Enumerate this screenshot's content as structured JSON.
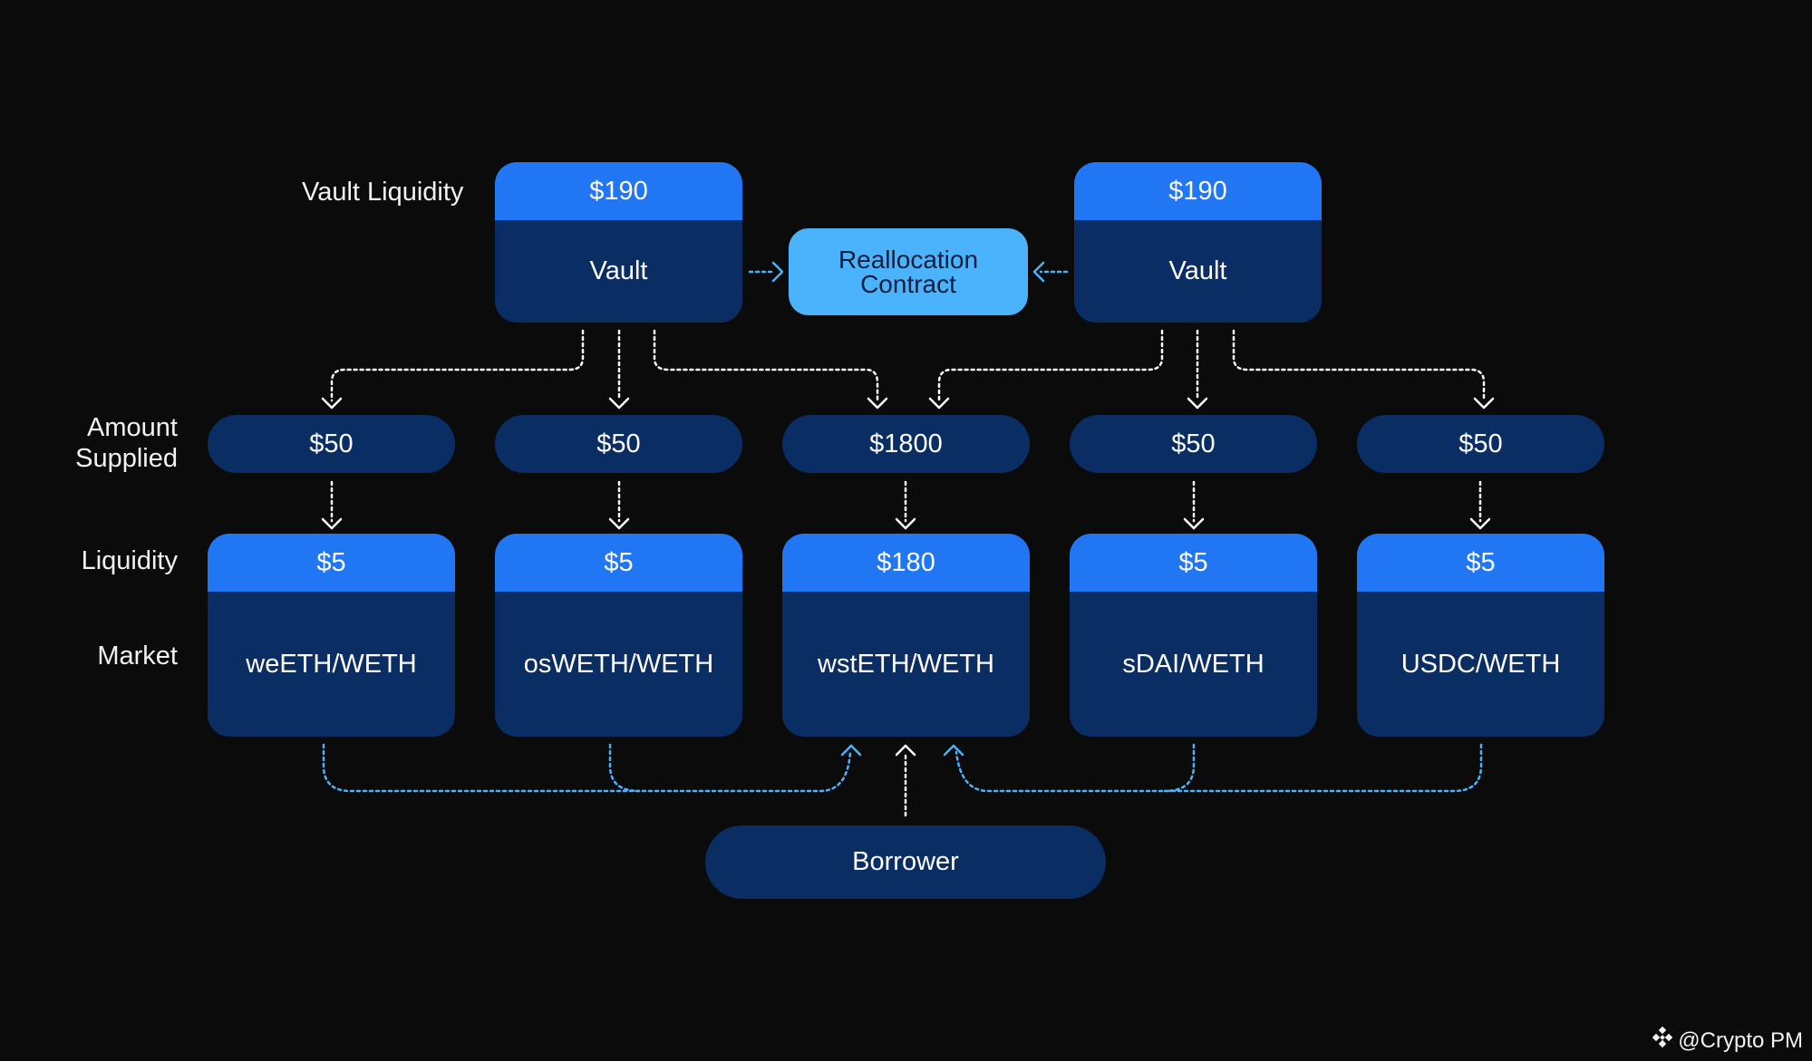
{
  "labels": {
    "vault_liquidity": "Vault Liquidity",
    "amount_supplied": "Amount\nSupplied",
    "liquidity": "Liquidity",
    "market": "Market"
  },
  "vaults": [
    {
      "liquidity": "$190",
      "name": "Vault"
    },
    {
      "liquidity": "$190",
      "name": "Vault"
    }
  ],
  "reallocation_contract": "Reallocation\nContract",
  "supplied": [
    "$50",
    "$50",
    "$1800",
    "$50",
    "$50"
  ],
  "markets": [
    {
      "liquidity": "$5",
      "name": "weETH/WETH"
    },
    {
      "liquidity": "$5",
      "name": "osWETH/WETH"
    },
    {
      "liquidity": "$180",
      "name": "wstETH/WETH"
    },
    {
      "liquidity": "$5",
      "name": "sDAI/WETH"
    },
    {
      "liquidity": "$5",
      "name": "USDC/WETH"
    }
  ],
  "borrower": "Borrower",
  "watermark": "@Crypto PM",
  "colors": {
    "background": "#0b0b0b",
    "card_header": "#2176f4",
    "card_body": "#0a2d64",
    "reallocation": "#4bb3fb",
    "flow_white": "#ffffff",
    "flow_blue": "#4bb3fb"
  },
  "icons": {
    "watermark": "binance-diamond-icon"
  }
}
